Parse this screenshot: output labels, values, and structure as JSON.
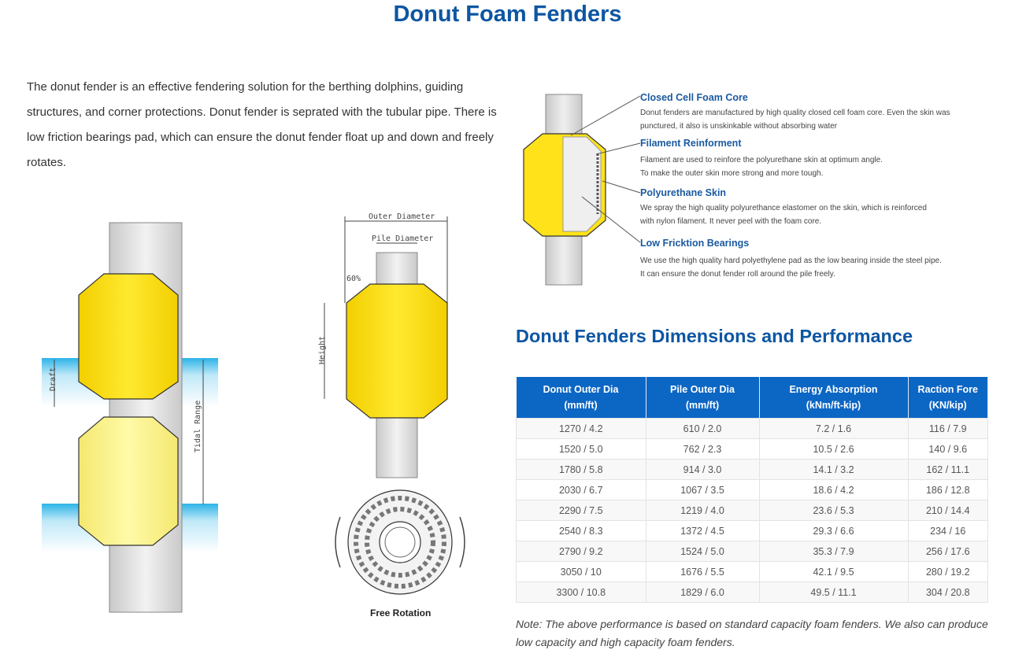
{
  "page": {
    "title": "Donut Foam Fenders",
    "intro": "The donut fender is an effective fendering solution for the berthing dolphins, guiding structures, and corner protections. Donut fender is seprated with the tubular pipe. There is low friction bearings pad, which can ensure the donut fender float up and down and freely rotates."
  },
  "diagram": {
    "labels": {
      "draft": "Draft",
      "tidal_range": "Tidal Range",
      "outer_diameter": "Outer Diameter",
      "pile_diameter": "Pile Diameter",
      "angle": "60%",
      "height": "Height",
      "free_rotation": "Free Rotation"
    }
  },
  "features": [
    {
      "title": "Closed Cell Foam Core",
      "lines": [
        "Donut fenders are manufactured by high quality closed cell foam core. Even the skin was",
        "punctured, it also is unskinkable without absorbing water"
      ]
    },
    {
      "title": "Filament Reinforment",
      "lines": [
        "Filament are used to reinfore the polyurethane skin at optimum angle.",
        "To make the outer skin more strong and more tough."
      ]
    },
    {
      "title": "Polyurethane Skin",
      "lines": [
        "We spray the high quality polyurethance elastomer on the skin, which is reinforced",
        "with nylon filament. It never peel with the foam core."
      ]
    },
    {
      "title": "Low Fricktion Bearings",
      "lines": [
        "We use the high quality hard polyethylene pad as the low bearing inside the steel pipe.",
        "It can ensure the donut fender roll around the pile freely."
      ]
    }
  ],
  "table": {
    "title": "Donut Fenders Dimensions and Performance",
    "headers": [
      {
        "line1": "Donut Outer Dia",
        "line2": "(mm/ft)"
      },
      {
        "line1": "Pile Outer Dia",
        "line2": "(mm/ft)"
      },
      {
        "line1": "Energy Absorption",
        "line2": "(kNm/ft-kip)"
      },
      {
        "line1": "Raction Fore",
        "line2": "(KN/kip)"
      }
    ],
    "rows": [
      [
        "1270 / 4.2",
        "610 / 2.0",
        "7.2 / 1.6",
        "116 / 7.9"
      ],
      [
        "1520 / 5.0",
        "762 / 2.3",
        "10.5 / 2.6",
        "140 / 9.6"
      ],
      [
        "1780 / 5.8",
        "914 / 3.0",
        "14.1 / 3.2",
        "162 / 11.1"
      ],
      [
        "2030 / 6.7",
        "1067 / 3.5",
        "18.6 / 4.2",
        "186 / 12.8"
      ],
      [
        "2290 / 7.5",
        "1219 / 4.0",
        "23.6 / 5.3",
        "210 / 14.4"
      ],
      [
        "2540 / 8.3",
        "1372 / 4.5",
        "29.3 / 6.6",
        "234 / 16"
      ],
      [
        "2790 / 9.2",
        "1524 / 5.0",
        "35.3 / 7.9",
        "256 / 17.6"
      ],
      [
        "3050 / 10",
        "1676 / 5.5",
        "42.1 / 9.5",
        "280 / 19.2"
      ],
      [
        "3300 / 10.8",
        "1829 / 6.0",
        "49.5 / 11.1",
        "304 / 20.8"
      ]
    ],
    "note": "Note: The above performance is based on standard capacity foam fenders. We also can produce low capacity and high capacity foam fenders."
  },
  "colors": {
    "title": "#0d56a2",
    "header_bg": "#0c66c4",
    "fender": "#ffe21a",
    "water": "#bfe6f7"
  }
}
